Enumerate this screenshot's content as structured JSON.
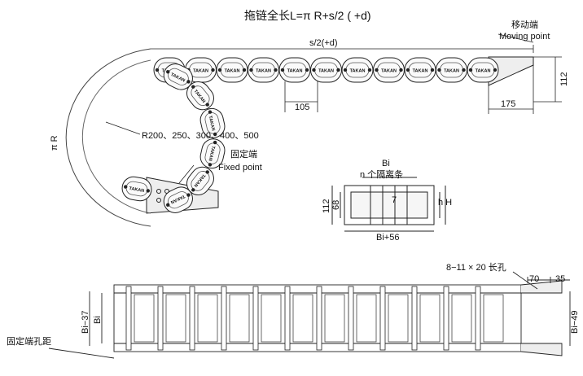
{
  "title": "拖链全长L=π R+s/2 ( +d)",
  "labels": {
    "s_half_d": "s/2(+d)",
    "moving_cn": "移动端",
    "moving_en": "Moving  point",
    "dim_112_side": "112",
    "dim_175": "175",
    "dim_105": "105",
    "radius_list": "R200、250、300、400、500",
    "pi_r": "π R",
    "fixed_cn": "固定端",
    "fixed_en": "Fixed point",
    "bi_top": "Bi",
    "n_dividers": "n 个隔离条",
    "dim_112_sec": "112",
    "dim_68": "68",
    "dim_7": "7",
    "h_H": "h H",
    "bi_56": "Bi+56",
    "holes": "8−11 × 20 长孔",
    "dim_70": "70",
    "dim_35": "35",
    "bi_37": "Bi−37",
    "bi_left": "Bi",
    "bi_49": "Bi−49",
    "fixed_hole_pitch": "固定端孔距"
  },
  "link_label": "TAKAN"
}
